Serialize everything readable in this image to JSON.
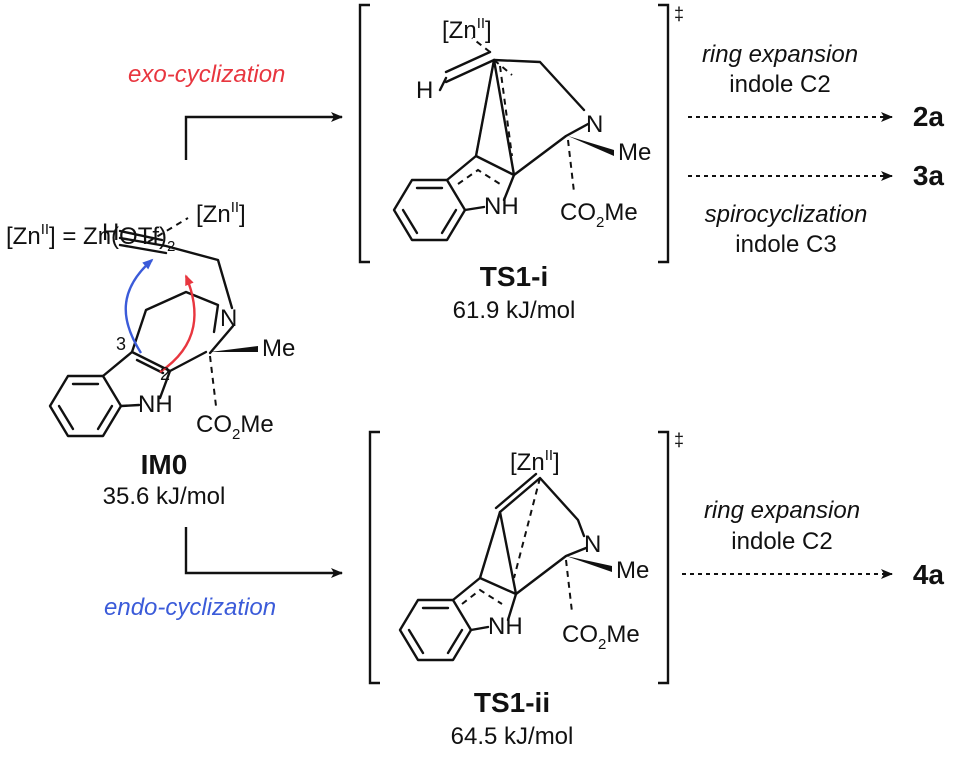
{
  "zn_definition": {
    "lhs": "[Zn",
    "lhs_sup": "II",
    "rhs": "] = Zn(OTf)",
    "rhs_sub": "2"
  },
  "im0": {
    "name": "IM0",
    "energy": "35.6 kJ/mol",
    "zn_label": "[Zn",
    "zn_sup": "II",
    "zn_close": "]",
    "h_label": "H",
    "n_label": "N",
    "nh_label": "NH",
    "me_label": "Me",
    "ester_label": "CO",
    "ester_sub": "2",
    "ester_tail": "Me",
    "pos3": "3",
    "pos2": "2"
  },
  "ts1i": {
    "name": "TS1-i",
    "energy": "61.9 kJ/mol",
    "zn_label": "[Zn",
    "zn_sup": "II",
    "zn_close": "]",
    "h_label": "H",
    "n_label": "N",
    "nh_label": "NH",
    "me_label": "Me",
    "ester_label": "CO",
    "ester_sub": "2",
    "ester_tail": "Me",
    "dagger": "‡"
  },
  "ts1ii": {
    "name": "TS1-ii",
    "energy": "64.5 kJ/mol",
    "zn_label": "[Zn",
    "zn_sup": "II",
    "zn_close": "]",
    "n_label": "N",
    "nh_label": "NH",
    "me_label": "Me",
    "ester_label": "CO",
    "ester_sub": "2",
    "ester_tail": "Me",
    "dagger": "‡"
  },
  "pathways": {
    "exo_label": "exo-cyclization",
    "endo_label": "endo-cyclization",
    "exo_color": "#e8363f",
    "endo_color": "#3b5bd9"
  },
  "outcomes": [
    {
      "italic": "ring expansion",
      "site": "indole C2",
      "product": "2a"
    },
    {
      "italic": "spirocyclization",
      "site": "indole C3",
      "product": "3a"
    },
    {
      "italic": "ring expansion",
      "site": "indole C2",
      "product": "4a"
    }
  ]
}
